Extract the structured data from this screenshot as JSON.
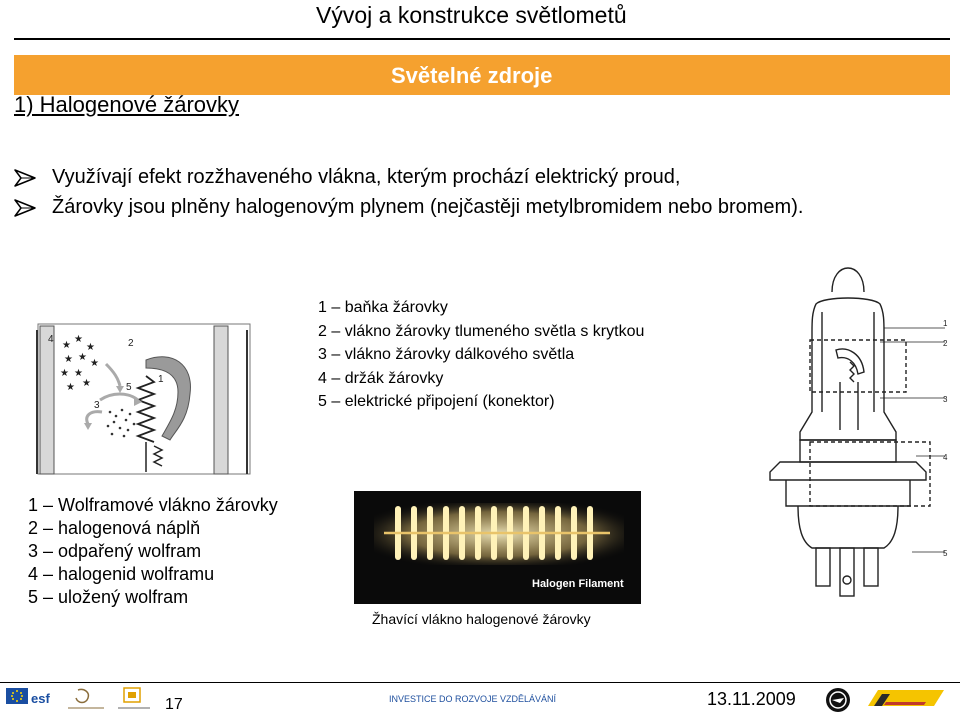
{
  "header": {
    "title": "Vývoj a konstrukce světlometů",
    "bar_title": "Světelné zdroje"
  },
  "section_heading": "1) Halogenové žárovky",
  "bullets": [
    "Využívají efekt rozžhaveného vlákna, kterým prochází elektrický proud,",
    "Žárovky jsou plněny halogenovým plynem (nejčastěji metylbromidem nebo bromem)."
  ],
  "bulb_legend": [
    "1 – baňka žárovky",
    "2 – vlákno žárovky tlumeného světla s krytkou",
    "3 – vlákno žárovky dálkového světla",
    "4 – držák žárovky",
    "5 – elektrické připojení (konektor)"
  ],
  "cycle_legend": [
    "1 – Wolframové vlákno žárovky",
    "2 – halogenová náplň",
    "3 – odpařený wolfram",
    "4 – halogenid wolframu",
    "5 – uložený wolfram"
  ],
  "cycle_diagram_labels": [
    "4",
    "2",
    "3",
    "5",
    "1"
  ],
  "bulb_callouts": [
    "1",
    "2",
    "3",
    "4",
    "5"
  ],
  "photo": {
    "label": "Halogen Filament",
    "caption": "Žhavící vlákno halogenové žárovky"
  },
  "footer": {
    "page_number": "17",
    "investice": "INVESTICE DO ROZVOJE VZDĚLÁVÁNÍ",
    "date": "13.11.2009"
  },
  "colors": {
    "accent_orange": "#f5a12f",
    "footer_blue": "#1e4f9e"
  },
  "icons": [
    "arrow-bullet-icon",
    "esf-logo-icon",
    "msmt-logo-icon",
    "op-logo-icon",
    "skoda-logo-icon",
    "in-techa-logo-icon"
  ]
}
